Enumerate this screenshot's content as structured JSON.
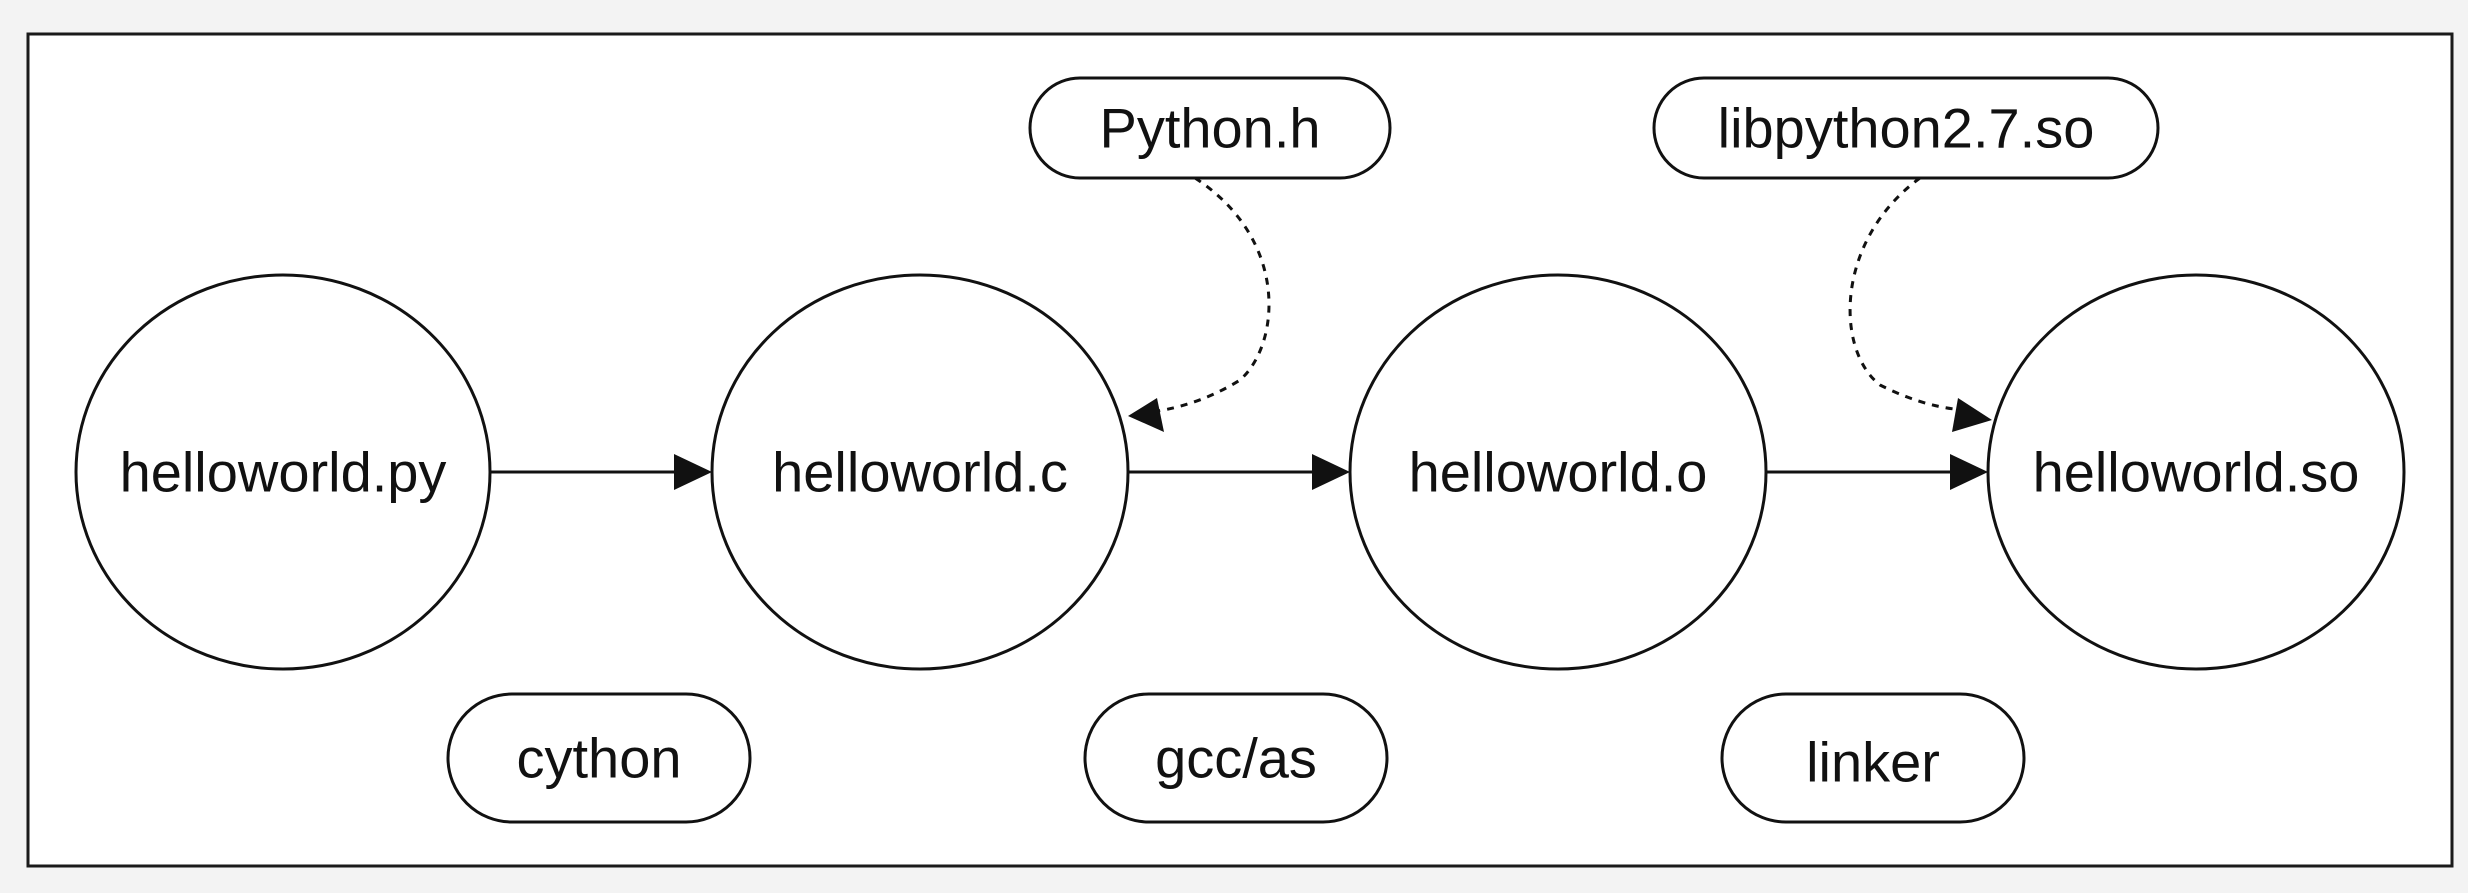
{
  "diagram": {
    "files": [
      {
        "id": "py",
        "label": "helloworld.py"
      },
      {
        "id": "c",
        "label": "helloworld.c"
      },
      {
        "id": "o",
        "label": "helloworld.o"
      },
      {
        "id": "so",
        "label": "helloworld.so"
      }
    ],
    "tools": [
      {
        "id": "cython",
        "label": "cython"
      },
      {
        "id": "gcc",
        "label": "gcc/as"
      },
      {
        "id": "linker",
        "label": "linker"
      }
    ],
    "dependencies": [
      {
        "id": "python-h",
        "label": "Python.h",
        "target": "c"
      },
      {
        "id": "libpython",
        "label": "libpython2.7.so",
        "target": "so"
      }
    ],
    "edges": [
      {
        "from": "py",
        "to": "c",
        "style": "solid"
      },
      {
        "from": "c",
        "to": "o",
        "style": "solid"
      },
      {
        "from": "o",
        "to": "so",
        "style": "solid"
      },
      {
        "from": "python-h",
        "to": "c",
        "style": "dotted"
      },
      {
        "from": "libpython",
        "to": "so",
        "style": "dotted"
      }
    ],
    "colors": {
      "stroke": "#111111",
      "background": "#f3f3f3",
      "panel": "#ffffff"
    }
  }
}
